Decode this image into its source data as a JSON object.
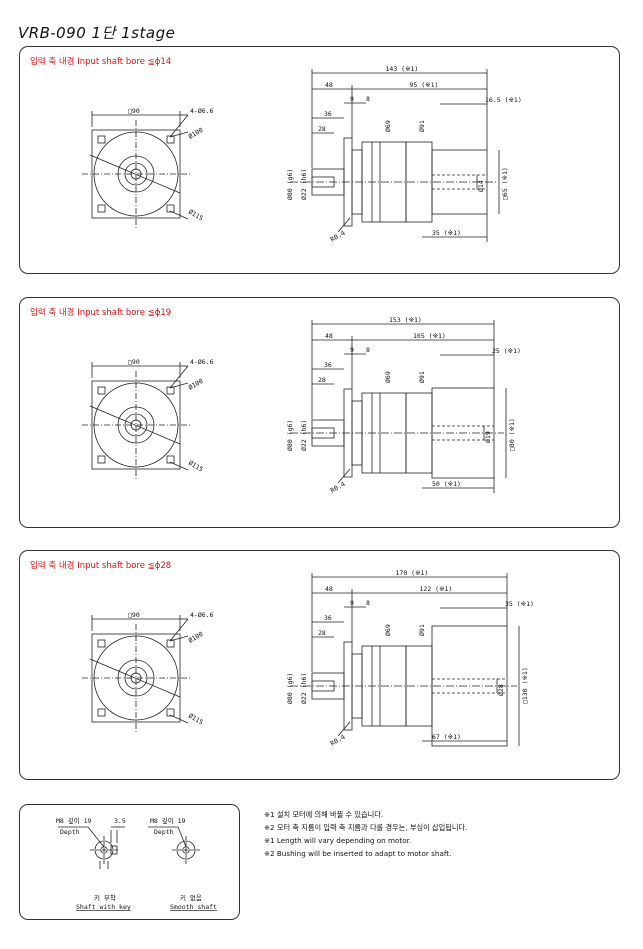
{
  "title": "VRB-090  1단  1stage",
  "stages": [
    {
      "caption": "입력 축 내경  Input shaft bore  ≦ϕ14",
      "front": {
        "square": "□90",
        "holes": "4-Ø6.6",
        "pcd": "Ø100",
        "outer": "Ø115"
      },
      "side": {
        "total_len": "143 (※1)",
        "len_a": "48",
        "len_b": "95 (※1)",
        "len_9": "9",
        "len_8": "8",
        "len_36": "36",
        "len_28": "28",
        "motor_dim": "16.5 (※1)",
        "bottom_len": "35 (※1)",
        "d1": "Ø69",
        "d2": "Ø91",
        "d_bore": "Ø14",
        "d_sq": "□65 (※1)",
        "d_out": "Ø80 (g6)",
        "d_shaft": "Ø22 (h6)",
        "r": "R0.4"
      }
    },
    {
      "caption": "입력 축 내경  Input shaft bore  ≦ϕ19",
      "front": {
        "square": "□90",
        "holes": "4-Ø6.6",
        "pcd": "Ø100",
        "outer": "Ø115"
      },
      "side": {
        "total_len": "153 (※1)",
        "len_a": "48",
        "len_b": "105 (※1)",
        "len_9": "9",
        "len_8": "8",
        "len_36": "36",
        "len_28": "28",
        "motor_dim": "25 (※1)",
        "bottom_len": "50 (※1)",
        "d1": "Ø69",
        "d2": "Ø91",
        "d_bore": "Ø19",
        "d_sq": "□80 (※1)",
        "d_out": "Ø80 (g6)",
        "d_shaft": "Ø22 (h6)",
        "r": "R0.4"
      }
    },
    {
      "caption": "입력 축 내경  Input shaft bore  ≦ϕ28",
      "front": {
        "square": "□90",
        "holes": "4-Ø6.6",
        "pcd": "Ø100",
        "outer": "Ø115"
      },
      "side": {
        "total_len": "170 (※1)",
        "len_a": "48",
        "len_b": "122 (※1)",
        "len_9": "9",
        "len_8": "8",
        "len_36": "36",
        "len_28": "28",
        "motor_dim": "35 (※1)",
        "bottom_len": "67 (※1)",
        "d1": "Ø69",
        "d2": "Ø91",
        "d_bore": "Ø28",
        "d_sq": "□130 (※1)",
        "d_out": "Ø80 (g6)",
        "d_shaft": "Ø22 (h6)",
        "r": "R0.4"
      }
    }
  ],
  "shaft_detail": {
    "left_thread": "M8 깊이 19",
    "left_depth": "Depth",
    "key_dim": "3.5",
    "left_label_kr": "키 부착",
    "left_label_en": "Shaft with key",
    "right_thread": "M8 깊이 19",
    "right_depth": "Depth",
    "right_label_kr": "키 없음",
    "right_label_en": "Smooth shaft"
  },
  "notes": [
    "※1  설치 모터에 의해 바뀔 수 있습니다.",
    "※2  모터 축 지름이 입력 축 지름과 다를 경우는, 부싱이 삽입됩니다.",
    "※1  Length will vary depending on motor.",
    "※2  Bushing will be inserted to adapt to motor shaft."
  ],
  "colors": {
    "caption": "#dd1111",
    "line": "#222222"
  }
}
